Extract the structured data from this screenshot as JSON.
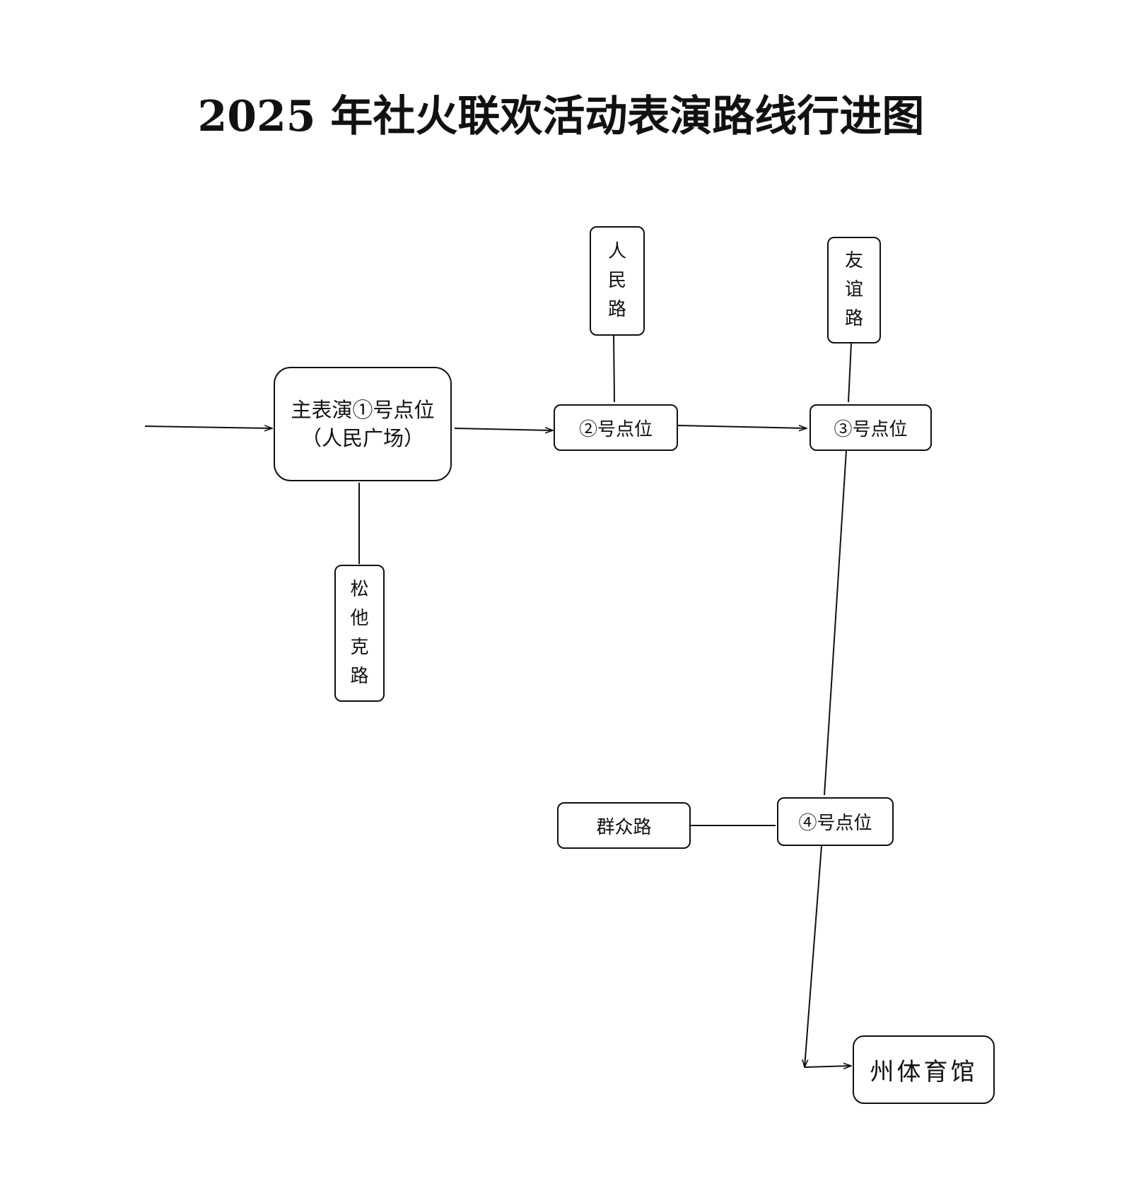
{
  "title": "2025 年社火联欢活动表演路线行进图",
  "nodes": {
    "main_point": {
      "line1": "主表演①号点位",
      "line2": "（人民广场）"
    },
    "point_2": "②号点位",
    "point_3": "③号点位",
    "point_4": "④号点位",
    "renmin_road": "人民路",
    "youyi_road": "友谊路",
    "songtake_road": "松他克路",
    "qunzhong_road": "群众路",
    "stadium": "州体育馆"
  }
}
